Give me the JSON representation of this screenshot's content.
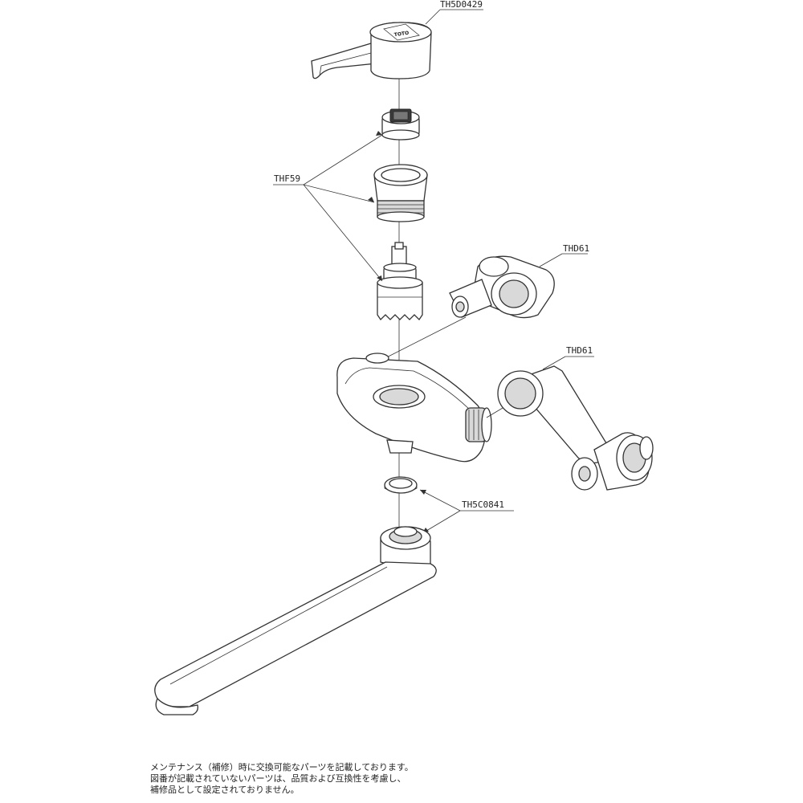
{
  "labels": {
    "lever_handle": "TH5D0429",
    "cartridge_set": "THF59",
    "fitting_upper": "THD61",
    "fitting_lower": "THD61",
    "packing": "TH5C0841"
  },
  "logo_text": "TOTO",
  "note": {
    "line1": "メンテナンス（補修）時に交換可能なパーツを記載しております。",
    "line2": "図番が記載されていないパーツは、品質および互換性を考慮し、",
    "line3": "補修品として設定されておりません。"
  }
}
